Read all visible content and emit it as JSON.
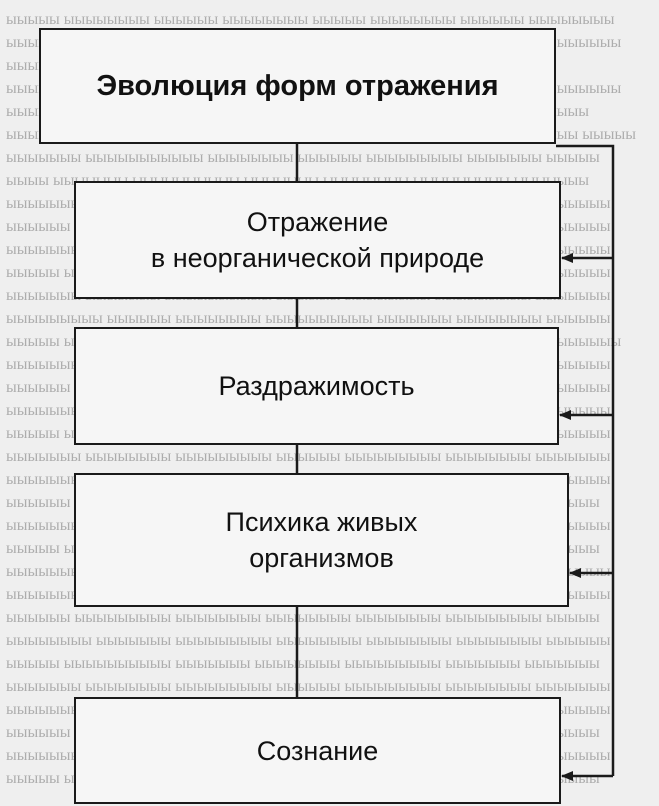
{
  "diagram": {
    "title": "Эволюция форм отражения",
    "stages": [
      {
        "label_lines": [
          "Отражение",
          "в неорганической природе"
        ]
      },
      {
        "label_lines": [
          "Раздражимость"
        ]
      },
      {
        "label_lines": [
          "Психика живых",
          "организмов"
        ]
      },
      {
        "label_lines": [
          "Сознание"
        ]
      }
    ]
  },
  "colors": {
    "border": "#1a1a1a",
    "box_fill": "#f6f6f6",
    "page_background": "#efefef"
  }
}
